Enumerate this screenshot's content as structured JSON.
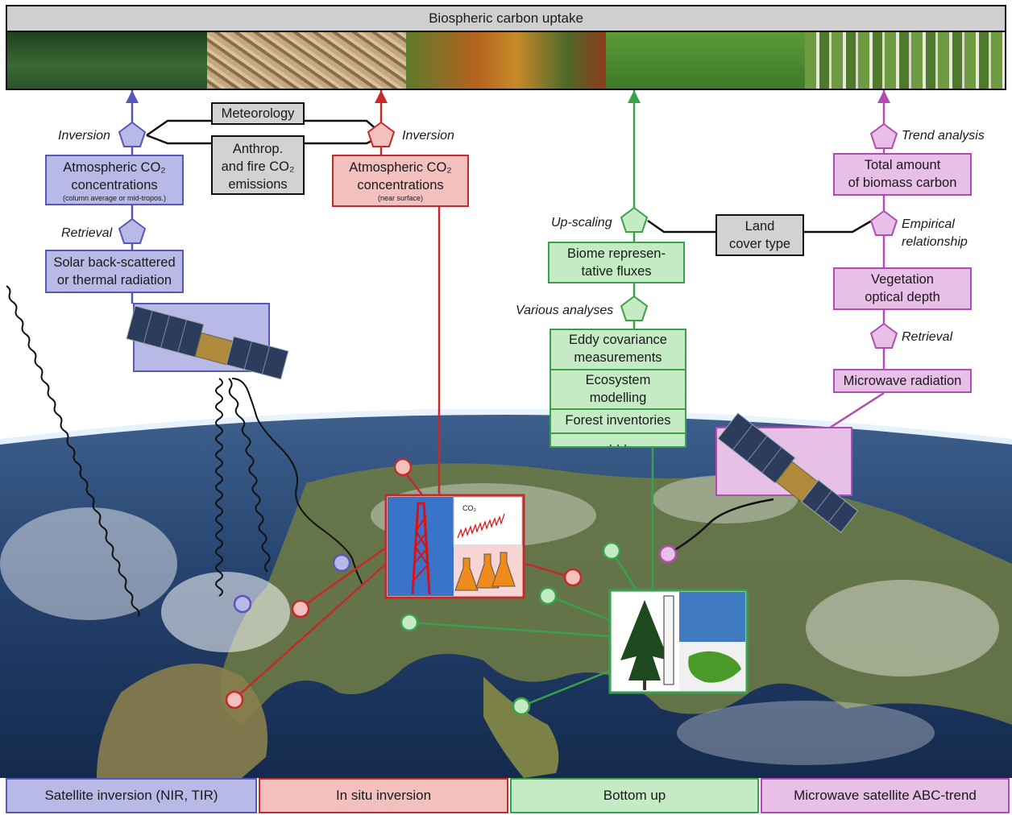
{
  "title": "Biospheric carbon uptake",
  "photo_strip": [
    {
      "name": "conifer-forest",
      "color": "#2f5a2c"
    },
    {
      "name": "wheat-field",
      "color": "#a88a62"
    },
    {
      "name": "autumn-forest",
      "color": "#8a5a2a"
    },
    {
      "name": "grassland",
      "color": "#4f8c34"
    },
    {
      "name": "birch-forest",
      "color": "#7fa850"
    }
  ],
  "shared": {
    "meteorology": "Meteorology",
    "anthrop_line1": "Anthrop.",
    "anthrop_line2": "and fire CO₂",
    "anthrop_line3": "emissions",
    "land_cover_line1": "Land",
    "land_cover_line2": "cover type"
  },
  "satellite_inversion": {
    "method_label": "Inversion",
    "box_line1": "Atmospheric CO₂",
    "box_line2": "concentrations",
    "box_note": "(column average or mid-tropos.)",
    "retrieval_label": "Retrieval",
    "radiation_line1": "Solar back-scattered",
    "radiation_line2": "or thermal radiation",
    "footer": "Satellite inversion (NIR, TIR)",
    "color": "#5757b8"
  },
  "in_situ_inversion": {
    "method_label": "Inversion",
    "box_line1": "Atmospheric CO₂",
    "box_line2": "concentrations",
    "box_note": "(near surface)",
    "chart_label": "CO₂",
    "footer": "In situ inversion",
    "color": "#c42a2a"
  },
  "bottom_up": {
    "upscaling_label": "Up-scaling",
    "biome_line1": "Biome represen-",
    "biome_line2": "tative fluxes",
    "analyses_label": "Various analyses",
    "methods": [
      {
        "line1": "Eddy covariance",
        "line2": "measurements"
      },
      {
        "line1": "Ecosystem",
        "line2": "modelling"
      },
      {
        "line1": "Forest inventories",
        "line2": ""
      },
      {
        "line1": ". . .",
        "line2": ""
      }
    ],
    "footer": "Bottom up",
    "color": "#3aa14a"
  },
  "microwave": {
    "trend_label": "Trend analysis",
    "biomass_line1": "Total amount",
    "biomass_line2": "of biomass carbon",
    "empirical_line1": "Empirical",
    "empirical_line2": "relationship",
    "vod_line1": "Vegetation",
    "vod_line2": "optical depth",
    "retrieval_label": "Retrieval",
    "radiation": "Microwave radiation",
    "footer": "Microwave satellite ABC-trend",
    "color": "#b14cb1"
  }
}
